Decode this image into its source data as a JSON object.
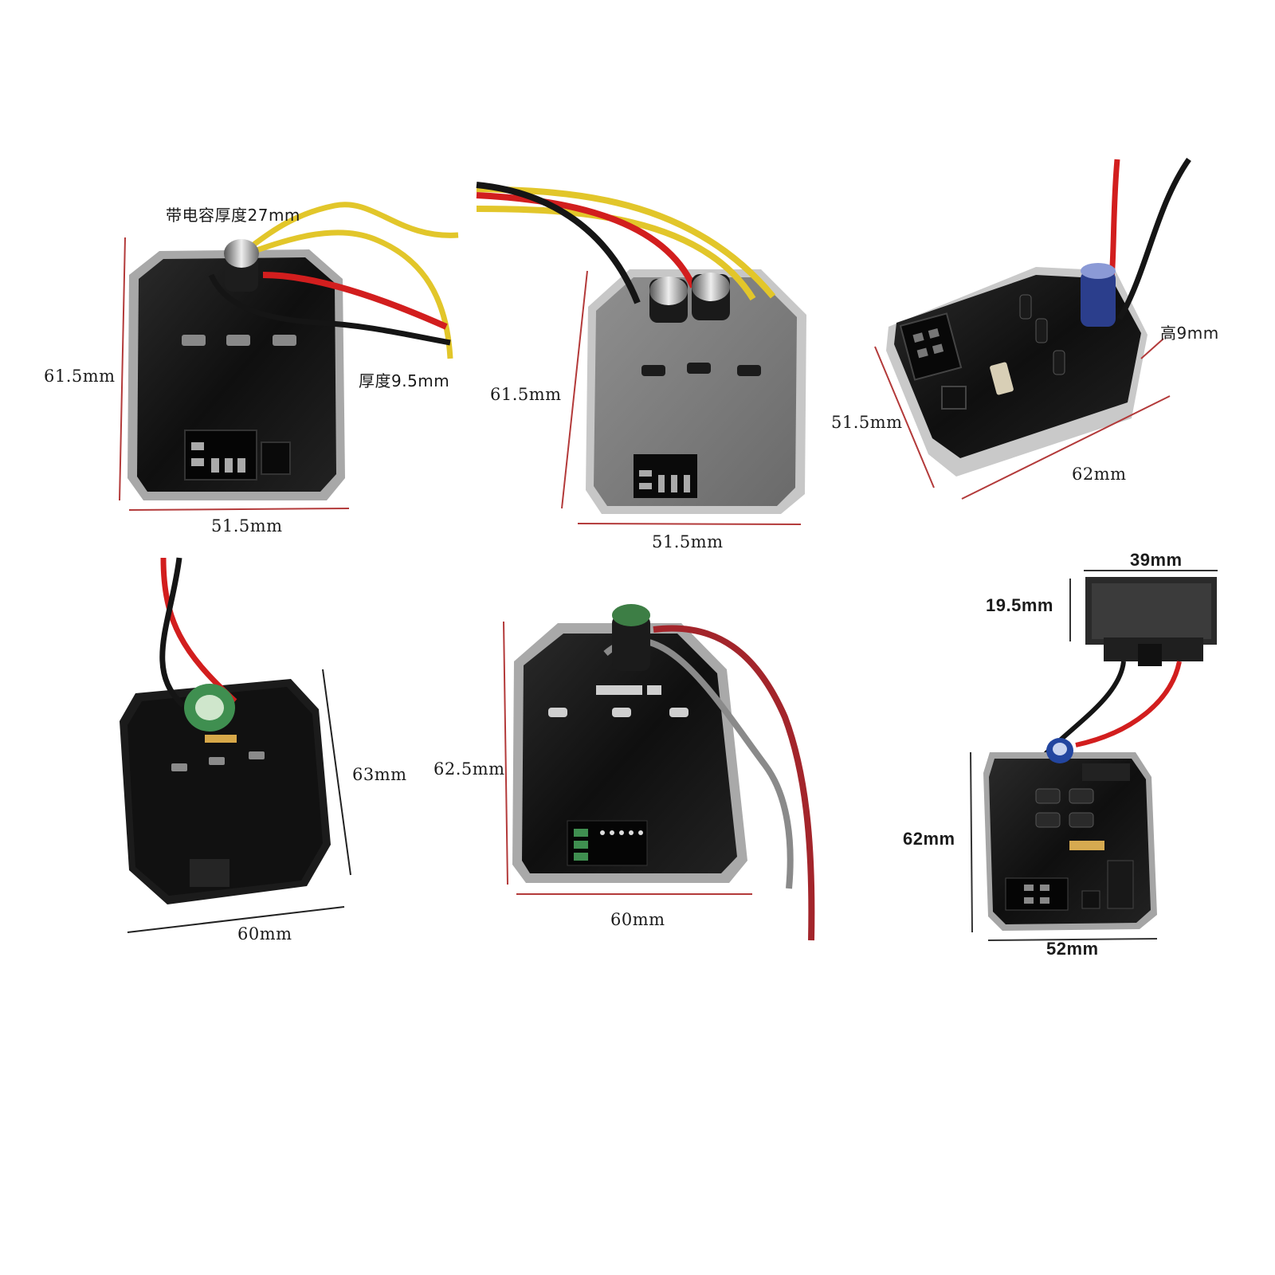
{
  "modules": [
    {
      "id": "m1",
      "labels": {
        "capacitor_thickness": "带电容厚度27mm",
        "thickness": "厚度9.5mm",
        "height": "61.5mm",
        "width": "51.5mm"
      }
    },
    {
      "id": "m2",
      "labels": {
        "height": "61.5mm",
        "width": "51.5mm"
      }
    },
    {
      "id": "m3",
      "labels": {
        "height_z": "高9mm",
        "depth": "51.5mm",
        "width": "62mm"
      }
    },
    {
      "id": "m4",
      "labels": {
        "height": "63mm",
        "width": "60mm"
      }
    },
    {
      "id": "m5",
      "labels": {
        "height": "62.5mm",
        "width": "60mm"
      }
    },
    {
      "id": "m6",
      "labels": {
        "connector_width": "39mm",
        "connector_height": "19.5mm",
        "height": "62mm",
        "width": "52mm"
      }
    }
  ],
  "colors": {
    "wire_red": "#d21e1e",
    "wire_black": "#151515",
    "wire_yellow": "#e2c62a",
    "wire_grey": "#8a8a8a",
    "wire_darkred": "#a3252b",
    "housing_black": "#141414",
    "housing_grey": "#9c9c9c",
    "dimension_line": "#b33a3a"
  }
}
